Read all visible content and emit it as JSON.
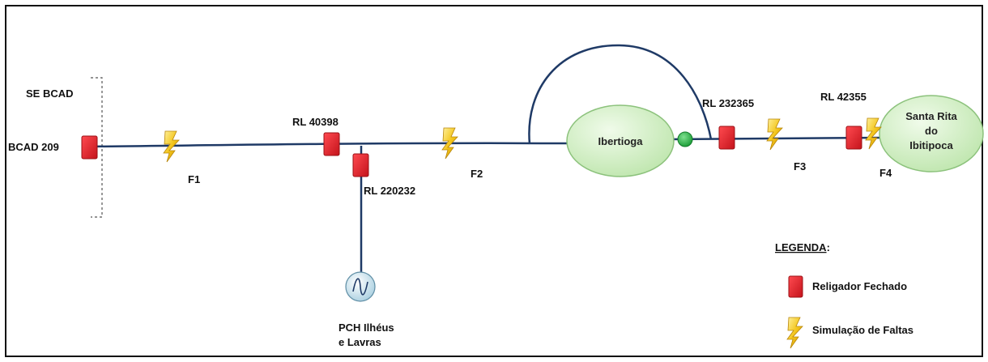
{
  "substation": {
    "name": "SE BCAD",
    "feeder": "BCAD 209"
  },
  "faults": [
    {
      "label": "F1"
    },
    {
      "label": "F2"
    },
    {
      "label": "F3"
    },
    {
      "label": "F4"
    }
  ],
  "reclosers": {
    "rl40398": "RL 40398",
    "rl220232": "RL 220232",
    "rl232365": "RL 232365",
    "rl42355": "RL 42355"
  },
  "loads": {
    "ibertioga": "Ibertioga",
    "santa_rita": [
      "Santa Rita",
      "do",
      "Ibitipoca"
    ]
  },
  "generator": {
    "label": [
      "PCH Ilhéus",
      "e Lavras"
    ]
  },
  "legend": {
    "title": "LEGENDA",
    "title_suffix": ":",
    "recloser": "Religador Fechado",
    "fault": "Simulação de Faltas"
  },
  "colors": {
    "line": "#1f3a66",
    "recloser": "#e8202a",
    "recloser_edge": "#9b1015",
    "bolt": "#f3c51a",
    "bolt_edge": "#b8860b",
    "ellipse": "#d4f0c8",
    "ellipse_edge": "#8cc27c",
    "switch": "#2db84a"
  }
}
